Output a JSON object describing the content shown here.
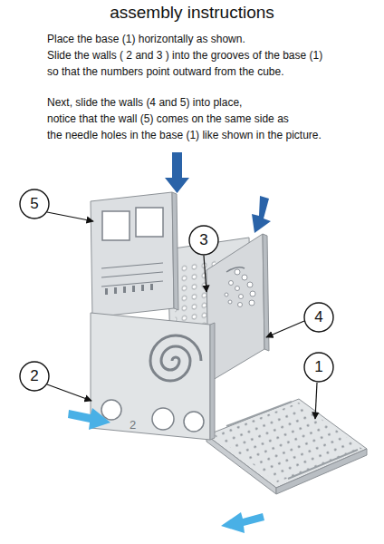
{
  "diagram": {
    "title": "assembly instructions",
    "nodes": [
      {
        "text": [
          "5"
        ]
      },
      {
        "text": [
          "3"
        ]
      },
      {
        "text": [
          "4"
        ]
      },
      {
        "text": [
          "1"
        ]
      },
      {
        "text": [
          "2"
        ]
      }
    ],
    "labels": [
      "Place the base (1) horizontally as shown.",
      "Slide the walls ( 2 and 3 ) into the grooves of the base (1)",
      "so that the numbers point outward from the cube.",
      "Next, slide the walls (4 and 5) into place,",
      "notice that the wall (5) comes on the same side as",
      "the needle holes in the base (1) like shown in the picture.",
      "2"
    ]
  }
}
